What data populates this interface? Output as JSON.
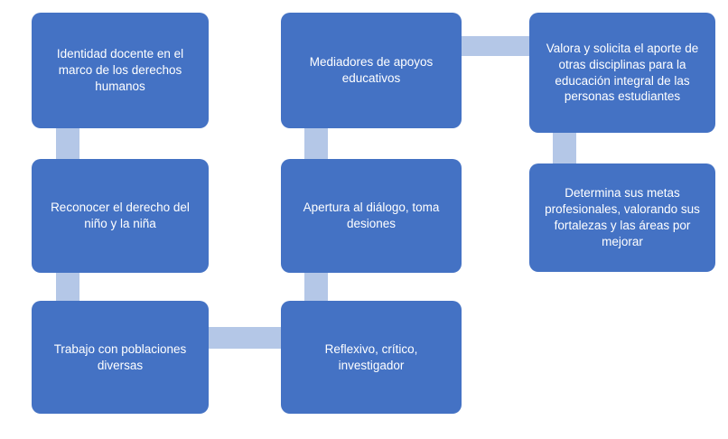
{
  "diagram": {
    "boxes": [
      {
        "label": "Identidad docente en el marco de los derechos humanos"
      },
      {
        "label": "Reconocer el derecho del niño y la niña"
      },
      {
        "label": "Trabajo con poblaciones diversas"
      },
      {
        "label": "Mediadores de apoyos educativos"
      },
      {
        "label": "Apertura al diálogo, toma desiones"
      },
      {
        "label": "Reflexivo, crítico, investigador"
      },
      {
        "label": "Valora y solicita el aporte de otras disciplinas para la educación integral de las personas estudiantes"
      },
      {
        "label": "Determina sus metas profesionales, valorando sus fortalezas y las áreas por mejorar"
      }
    ],
    "colors": {
      "box_fill": "#4472C4",
      "connector": "#B4C7E7",
      "text": "#FFFFFF"
    }
  }
}
